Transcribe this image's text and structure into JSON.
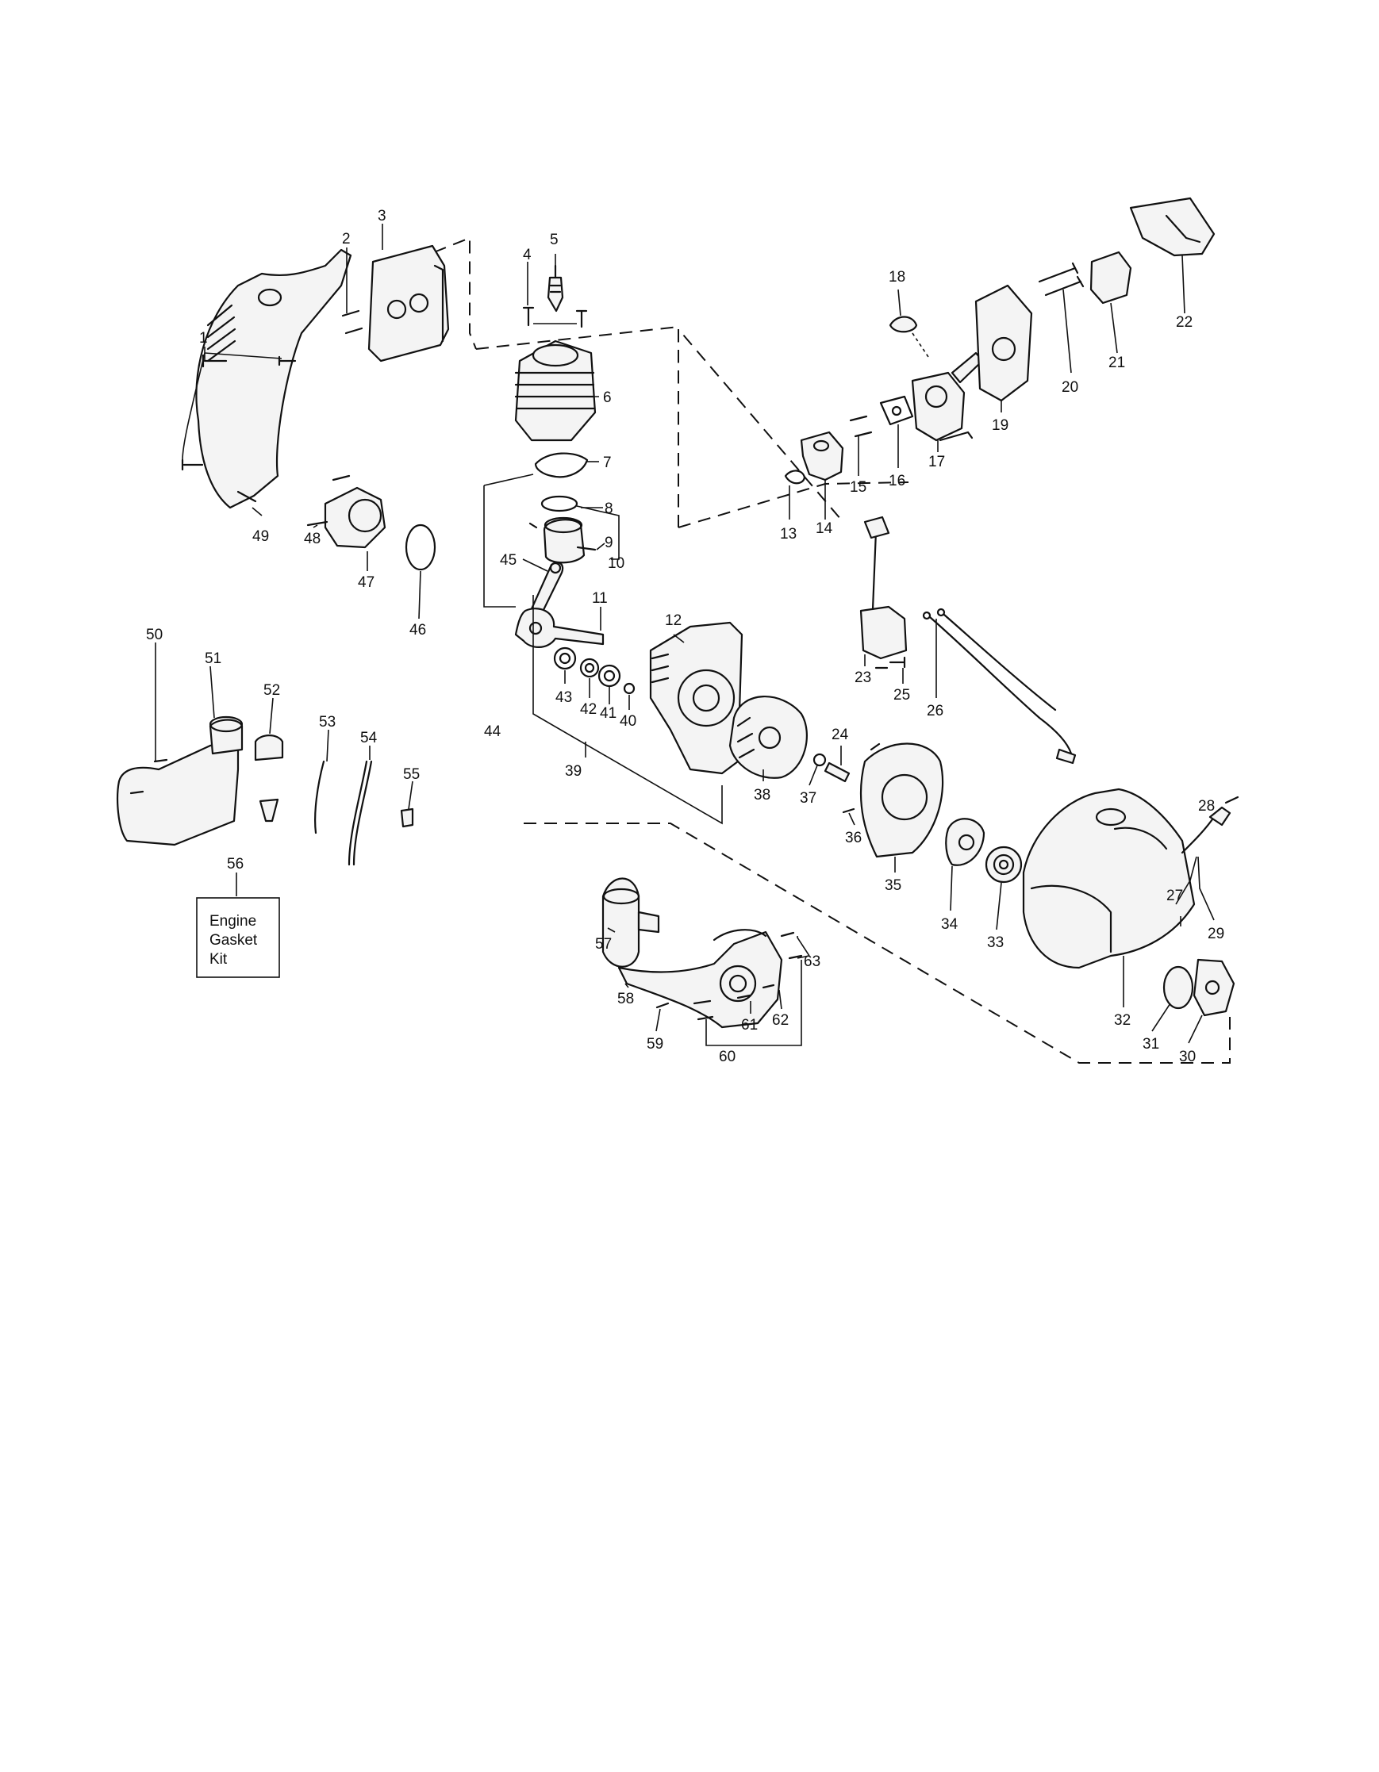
{
  "parts": [
    {
      "id": "1",
      "label": "1"
    },
    {
      "id": "2",
      "label": "2"
    },
    {
      "id": "3",
      "label": "3"
    },
    {
      "id": "4",
      "label": "4"
    },
    {
      "id": "5",
      "label": "5"
    },
    {
      "id": "6",
      "label": "6"
    },
    {
      "id": "7",
      "label": "7"
    },
    {
      "id": "8",
      "label": "8"
    },
    {
      "id": "9",
      "label": "9"
    },
    {
      "id": "10",
      "label": "10"
    },
    {
      "id": "11",
      "label": "11"
    },
    {
      "id": "12",
      "label": "12"
    },
    {
      "id": "13",
      "label": "13"
    },
    {
      "id": "14",
      "label": "14"
    },
    {
      "id": "15",
      "label": "15"
    },
    {
      "id": "16",
      "label": "16"
    },
    {
      "id": "17",
      "label": "17"
    },
    {
      "id": "18",
      "label": "18"
    },
    {
      "id": "19",
      "label": "19"
    },
    {
      "id": "20",
      "label": "20"
    },
    {
      "id": "21",
      "label": "21"
    },
    {
      "id": "22",
      "label": "22"
    },
    {
      "id": "23",
      "label": "23"
    },
    {
      "id": "24",
      "label": "24"
    },
    {
      "id": "25",
      "label": "25"
    },
    {
      "id": "26",
      "label": "26"
    },
    {
      "id": "27",
      "label": "27"
    },
    {
      "id": "28",
      "label": "28"
    },
    {
      "id": "29",
      "label": "29"
    },
    {
      "id": "30",
      "label": "30"
    },
    {
      "id": "31",
      "label": "31"
    },
    {
      "id": "32",
      "label": "32"
    },
    {
      "id": "33",
      "label": "33"
    },
    {
      "id": "34",
      "label": "34"
    },
    {
      "id": "35",
      "label": "35"
    },
    {
      "id": "36",
      "label": "36"
    },
    {
      "id": "37",
      "label": "37"
    },
    {
      "id": "38",
      "label": "38"
    },
    {
      "id": "39",
      "label": "39"
    },
    {
      "id": "40",
      "label": "40"
    },
    {
      "id": "41",
      "label": "41"
    },
    {
      "id": "42",
      "label": "42"
    },
    {
      "id": "43",
      "label": "43"
    },
    {
      "id": "44",
      "label": "44"
    },
    {
      "id": "45",
      "label": "45"
    },
    {
      "id": "46",
      "label": "46"
    },
    {
      "id": "47",
      "label": "47"
    },
    {
      "id": "48",
      "label": "48"
    },
    {
      "id": "49",
      "label": "49"
    },
    {
      "id": "50",
      "label": "50"
    },
    {
      "id": "51",
      "label": "51"
    },
    {
      "id": "52",
      "label": "52"
    },
    {
      "id": "53",
      "label": "53"
    },
    {
      "id": "54",
      "label": "54"
    },
    {
      "id": "55",
      "label": "55"
    },
    {
      "id": "56",
      "label": "56"
    },
    {
      "id": "57",
      "label": "57"
    },
    {
      "id": "58",
      "label": "58"
    },
    {
      "id": "59",
      "label": "59"
    },
    {
      "id": "60",
      "label": "60"
    },
    {
      "id": "61",
      "label": "61"
    },
    {
      "id": "62",
      "label": "62"
    },
    {
      "id": "63",
      "label": "63"
    }
  ],
  "kit_box": {
    "line1": "Engine",
    "line2": "Gasket",
    "line3": "Kit"
  }
}
